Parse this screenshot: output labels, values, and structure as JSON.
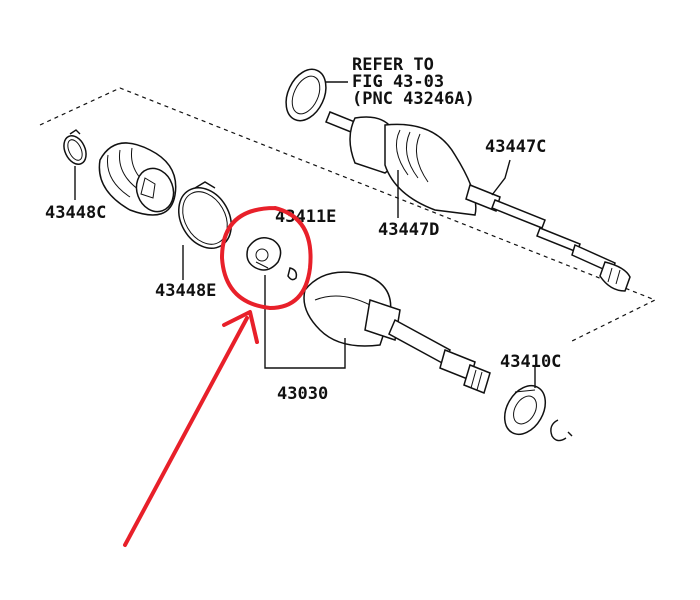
{
  "labels": {
    "refer_line1": "REFER TO",
    "refer_line2": "FIG 43-03",
    "refer_line3": "(PNC 43246A)",
    "p43448C": "43448C",
    "p43448E": "43448E",
    "p43411E": "43411E",
    "p43447C": "43447C",
    "p43447D": "43447D",
    "p43030": "43030",
    "p43410C": "43410C"
  },
  "colors": {
    "ink": "#111111",
    "highlight": "#e8202a",
    "background": "#ffffff"
  }
}
